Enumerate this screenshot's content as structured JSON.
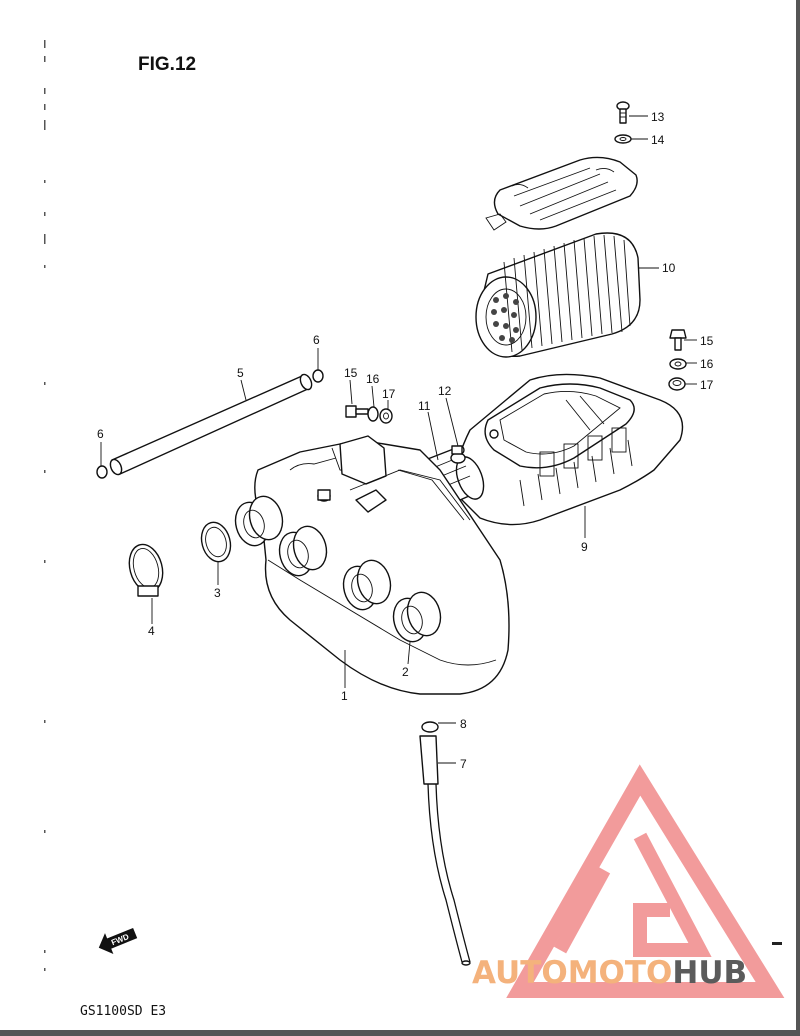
{
  "figure": {
    "title": "FIG.12",
    "model": "GS1100SD  E3"
  },
  "callouts": [
    {
      "id": "c13",
      "text": "13"
    },
    {
      "id": "c14",
      "text": "14"
    },
    {
      "id": "c10",
      "text": "10"
    },
    {
      "id": "c15r",
      "text": "15"
    },
    {
      "id": "c16r",
      "text": "16"
    },
    {
      "id": "c17r",
      "text": "17"
    },
    {
      "id": "c6t",
      "text": "6"
    },
    {
      "id": "c5",
      "text": "5"
    },
    {
      "id": "c15l",
      "text": "15"
    },
    {
      "id": "c16l",
      "text": "16"
    },
    {
      "id": "c17l",
      "text": "17"
    },
    {
      "id": "c12",
      "text": "12"
    },
    {
      "id": "c11",
      "text": "11"
    },
    {
      "id": "c6l",
      "text": "6"
    },
    {
      "id": "c9",
      "text": "9"
    },
    {
      "id": "c3",
      "text": "3"
    },
    {
      "id": "c4",
      "text": "4"
    },
    {
      "id": "c2",
      "text": "2"
    },
    {
      "id": "c1",
      "text": "1"
    },
    {
      "id": "c8",
      "text": "8"
    },
    {
      "id": "c7",
      "text": "7"
    }
  ],
  "direction_arrow": {
    "text": "FWD"
  },
  "watermark": {
    "part1": "AUTOMOTO",
    "part2": "HUB",
    "logo_color": "#f08a8a",
    "text_color_1": "#f4b27c",
    "text_color_2": "#5b5b5b"
  }
}
